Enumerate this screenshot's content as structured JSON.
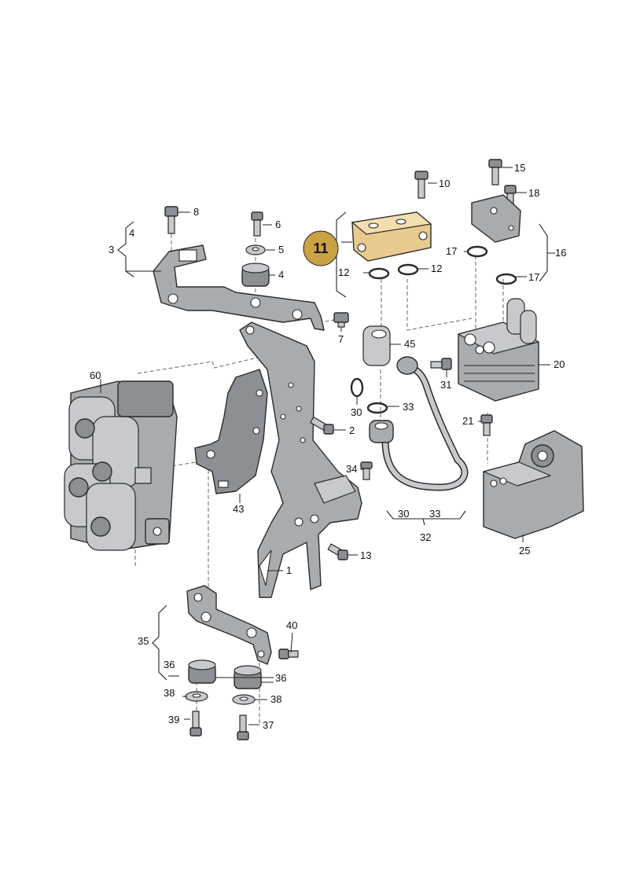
{
  "highlight": {
    "part_number": "11",
    "badge_color": "#c9a243",
    "part_color": "#e8c98e"
  },
  "callouts": {
    "c1": "1",
    "c2": "2",
    "c3": "3",
    "c4a": "4",
    "c4b": "4",
    "c5": "5",
    "c6": "6",
    "c7": "7",
    "c8": "8",
    "c10": "10",
    "c12a": "12",
    "c12b": "12",
    "c13": "13",
    "c15": "15",
    "c16": "16",
    "c17a": "17",
    "c17b": "17",
    "c18": "18",
    "c20": "20",
    "c21": "21",
    "c25": "25",
    "c30a": "30",
    "c30b": "30",
    "c31": "31",
    "c32": "32",
    "c33a": "33",
    "c33b": "33",
    "c34": "34",
    "c35": "35",
    "c36a": "36",
    "c36b": "36",
    "c37": "37",
    "c38a": "38",
    "c38b": "38",
    "c39": "39",
    "c40": "40",
    "c43": "43",
    "c45": "45",
    "c60": "60"
  }
}
